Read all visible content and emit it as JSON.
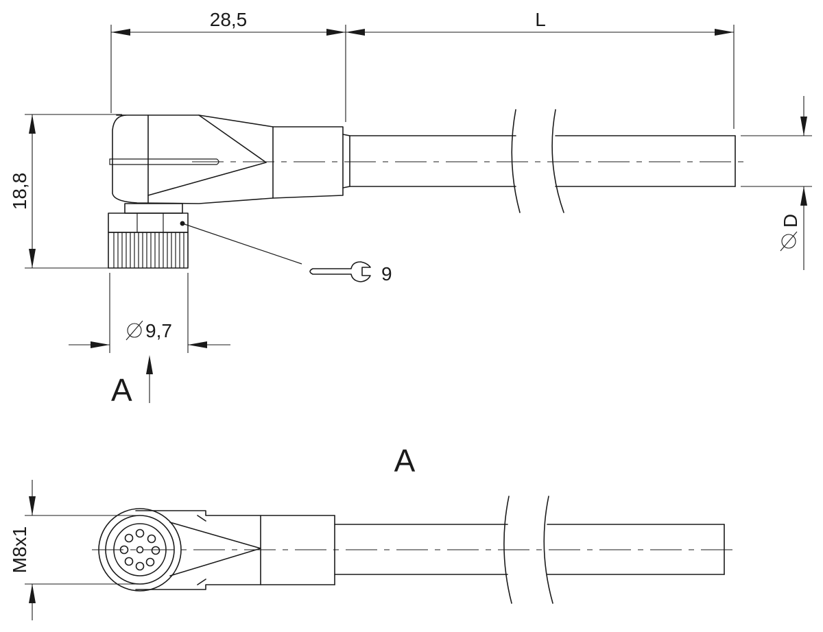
{
  "dimensions": {
    "body_length": "28,5",
    "cable_length": "L",
    "height": "18,8",
    "nut_diameter": "9,7",
    "cable_diameter": "D",
    "thread": "M8x1",
    "wrench_size": "9"
  },
  "symbols": {
    "diameter": "diameter-symbol",
    "wrench": "wrench-icon",
    "view_arrow": "arrow-up-icon"
  },
  "view": {
    "arrow_label": "A",
    "title": "A"
  },
  "colors": {
    "line": "#1a1a1a",
    "background": "#ffffff"
  }
}
